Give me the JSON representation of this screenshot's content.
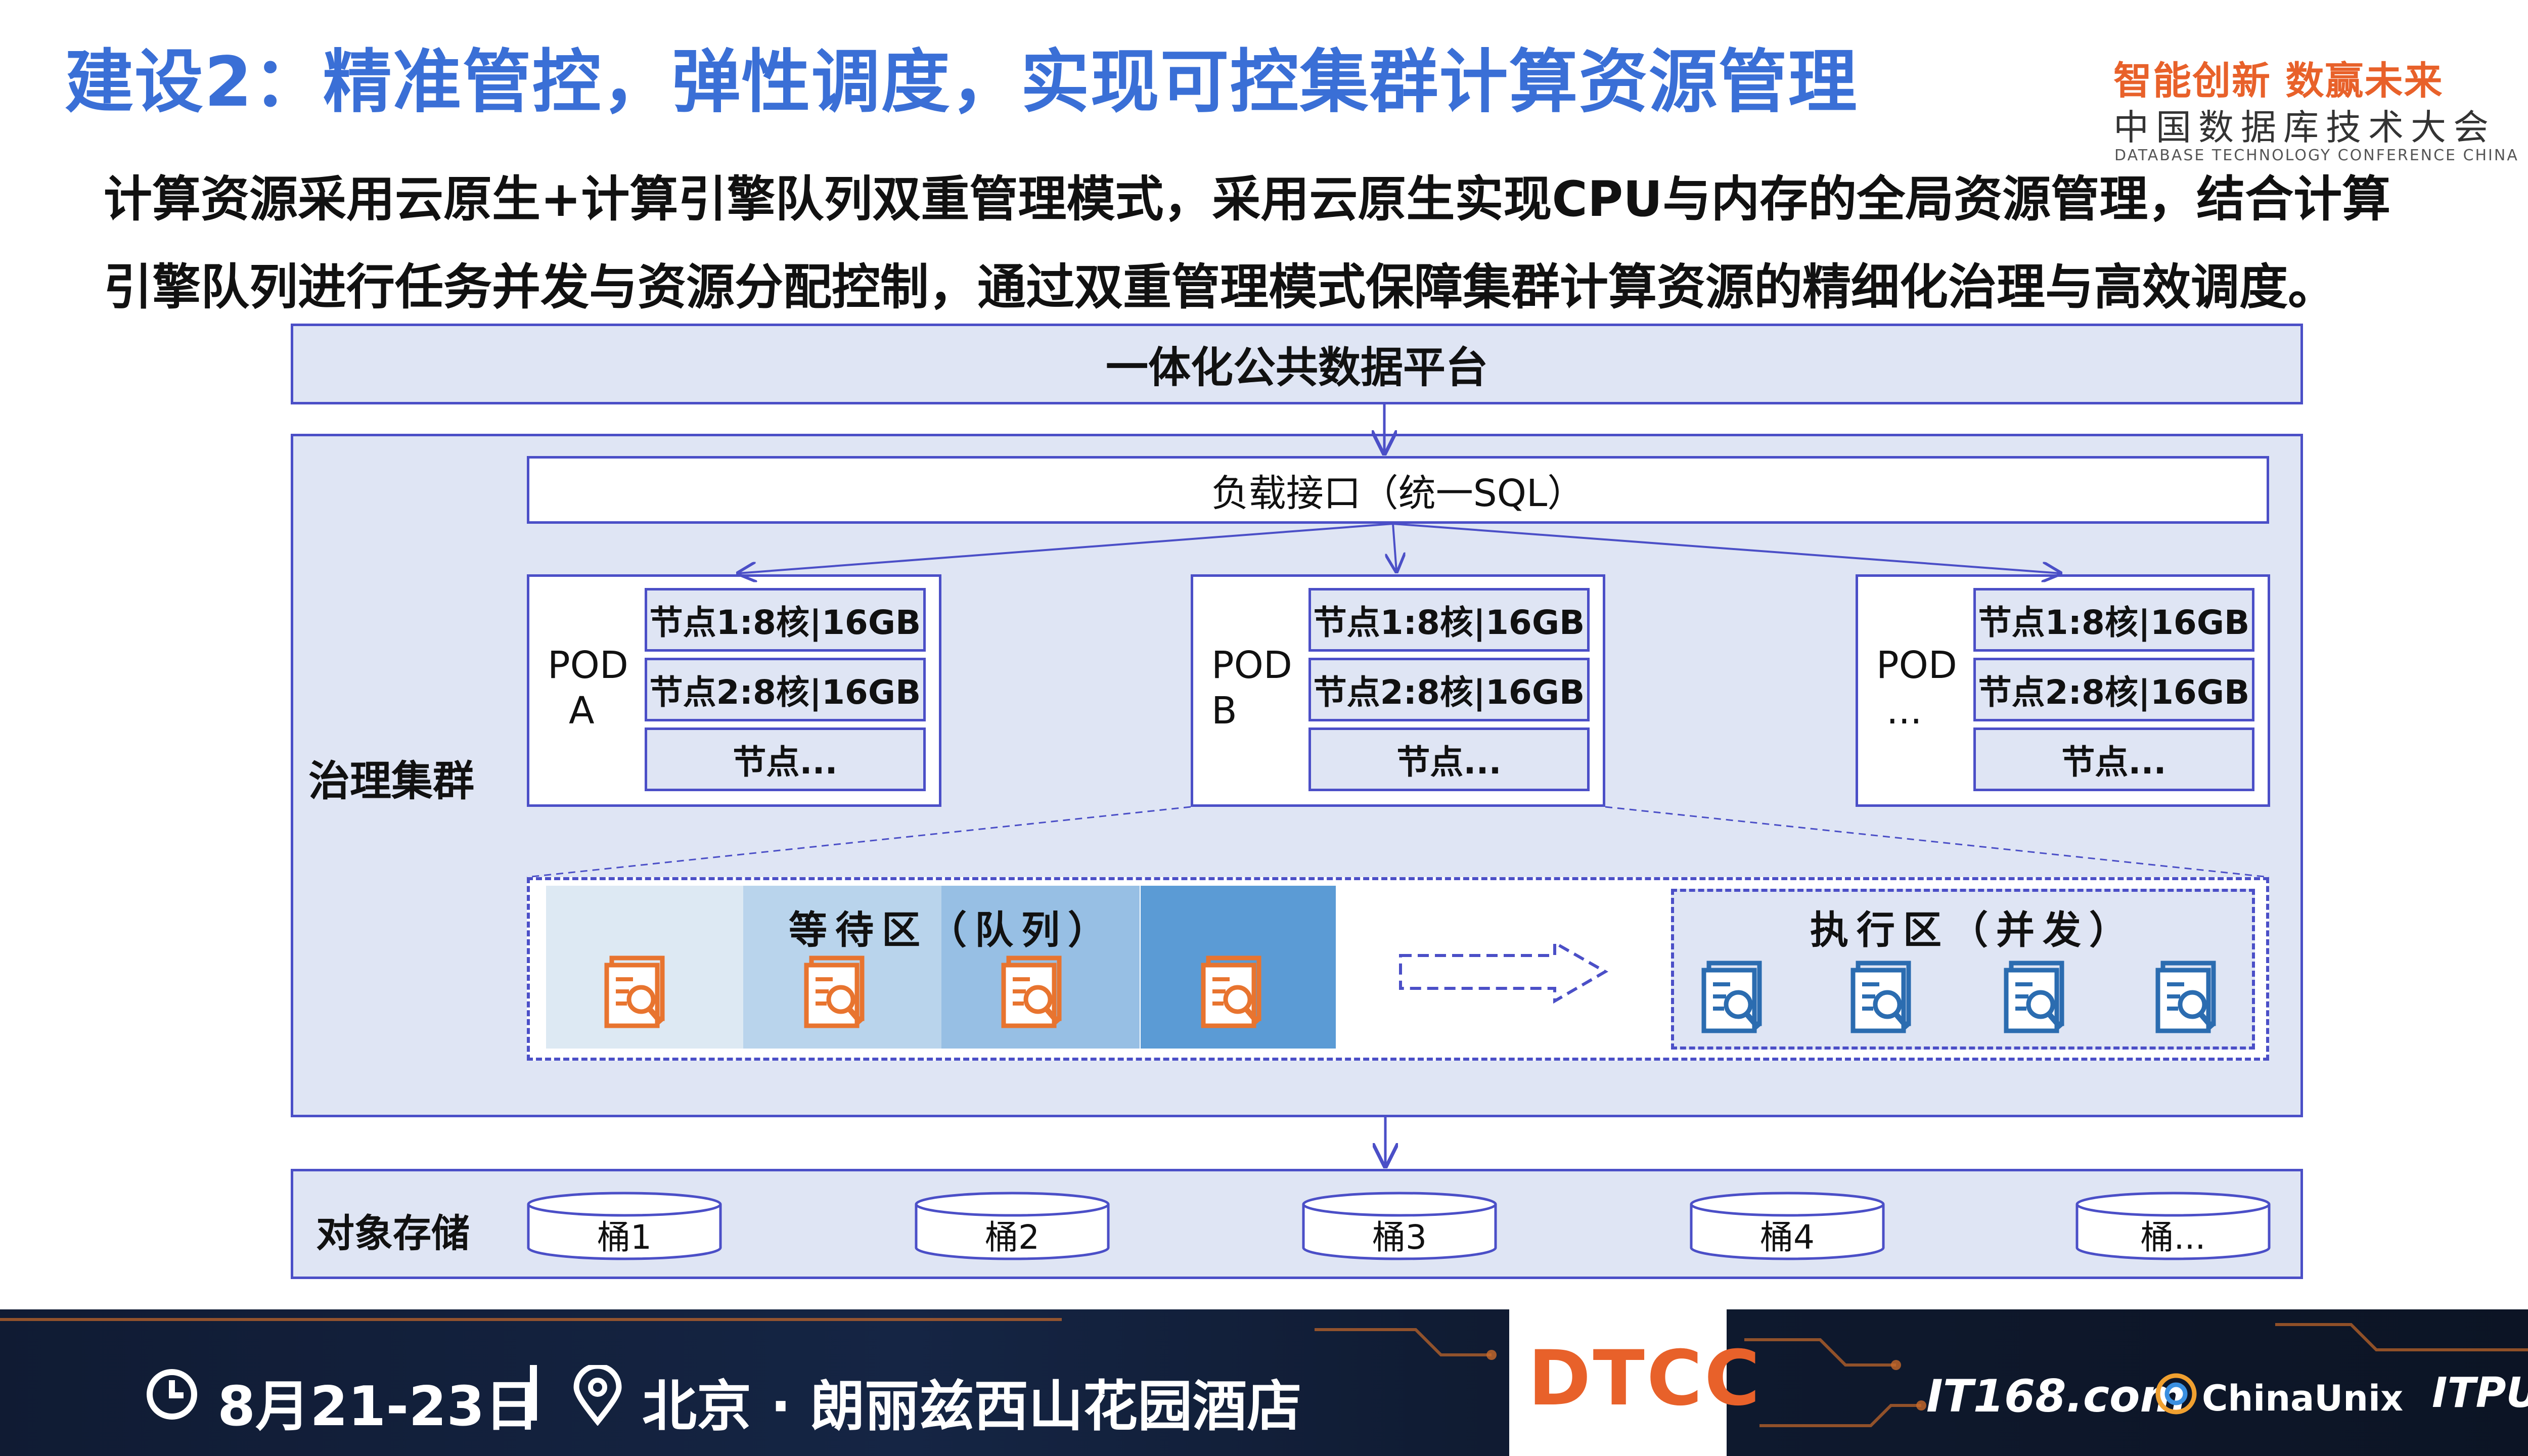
{
  "header": {
    "title": "建设2：精准管控，弹性调度，实现可控集群计算资源管理",
    "logo_slogan": "智能创新  数赢未来",
    "logo_cn": "中国数据库技术大会",
    "logo_en": "DATABASE TECHNOLOGY CONFERENCE CHINA"
  },
  "description": {
    "line1": "计算资源采用云原生+计算引擎队列双重管理模式，采用云原生实现CPU与内存的全局资源管理，结合计算",
    "line2": "引擎队列进行任务并发与资源分配控制，通过双重管理模式保障集群计算资源的精细化治理与高效调度。"
  },
  "diagram": {
    "platform": "一体化公共数据平台",
    "cluster_label": "治理集群",
    "api_label": "负载接口（统一SQL）",
    "pods": [
      {
        "name_line1": "POD",
        "name_line2": "A",
        "nodes": [
          "节点1:8核|16GB",
          "节点2:8核|16GB",
          "节点..."
        ]
      },
      {
        "name_line1": "POD",
        "name_line2": "B",
        "nodes": [
          "节点1:8核|16GB",
          "节点2:8核|16GB",
          "节点..."
        ]
      },
      {
        "name_line1": "POD",
        "name_line2": "...",
        "nodes": [
          "节点1:8核|16GB",
          "节点2:8核|16GB",
          "节点..."
        ]
      }
    ],
    "wait_zone": "等待区（队列）",
    "exec_zone": "执行区（并发）",
    "storage_label": "对象存储",
    "buckets": [
      "桶1",
      "桶2",
      "桶3",
      "桶4",
      "桶..."
    ],
    "colors": {
      "border": "#4b4fc7",
      "fill": "#dfe5f4",
      "task_orange": "#e8742f",
      "task_blue": "#2b6cb0"
    }
  },
  "footer": {
    "date": "8月21-23日",
    "venue": "北京 · 朗丽兹西山花园酒店",
    "dtcc": "DTCC",
    "sponsor1": "IT168.com",
    "sponsor2": "ChinaUnix",
    "sponsor3": "ITPUB"
  }
}
